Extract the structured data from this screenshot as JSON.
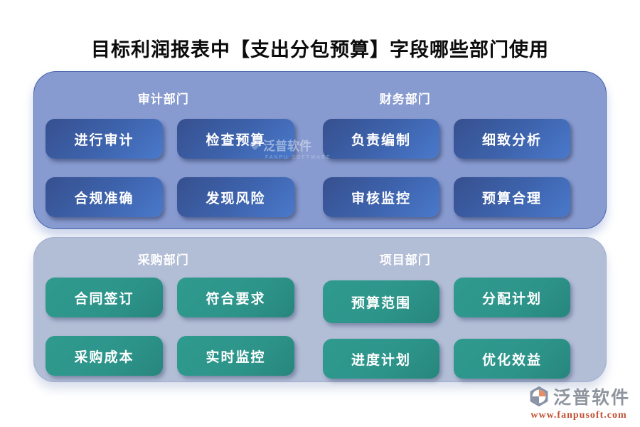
{
  "title": "目标利润报表中【支出分包预算】字段哪些部门使用",
  "colors": {
    "top_panel_bg": "#889bd0",
    "top_panel_border": "#4b66ae",
    "bottom_panel_bg": "#b2bdd6",
    "blue_button_gradient": [
      "#36508f",
      "#4a79cb"
    ],
    "teal_button": "#2d948a",
    "button_text": "#ffffff",
    "logo_name_color": "#8f959e",
    "logo_url_color": "#c14f33"
  },
  "panels": [
    {
      "style": "blue",
      "groups": [
        {
          "name": "审计部门",
          "items": [
            "进行审计",
            "检查预算",
            "合规准确",
            "发现风险"
          ]
        },
        {
          "name": "财务部门",
          "items": [
            "负责编制",
            "细致分析",
            "审核监控",
            "预算合理"
          ]
        }
      ]
    },
    {
      "style": "teal",
      "groups": [
        {
          "name": "采购部门",
          "items": [
            "合同签订",
            "符合要求",
            "采购成本",
            "实时监控"
          ]
        },
        {
          "name": "项目部门",
          "items": [
            "预算范围",
            "分配计划",
            "进度计划",
            "优化效益"
          ]
        }
      ]
    }
  ],
  "watermark": {
    "text": "泛普软件",
    "subtext": "FANPU SOFTWARE"
  },
  "logo": {
    "name": "泛普软件",
    "url": "www.fanpusoft.com"
  }
}
